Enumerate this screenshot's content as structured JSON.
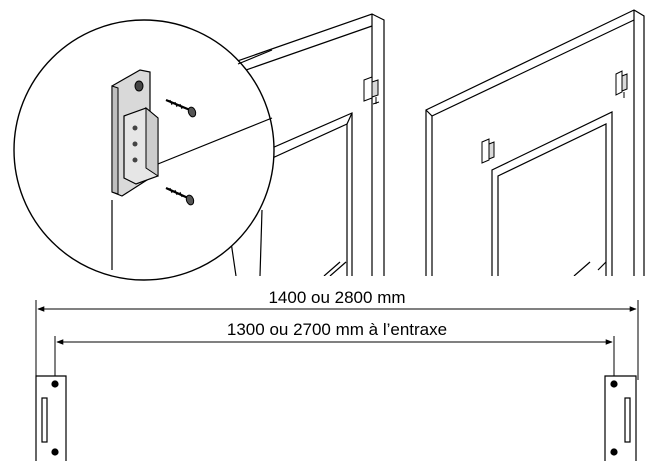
{
  "dimensions": {
    "overall_length": "1400 ou 2800 mm",
    "hole_spacing": "1300 ou 2700 mm à l’entraxe"
  },
  "colors": {
    "line": "#000000",
    "background": "#ffffff",
    "plate_shade": "#d9d9d9",
    "hole": "#444444"
  },
  "icons": [
    "magnifier-circle",
    "screw",
    "mounting-bracket",
    "dimension-arrow"
  ]
}
